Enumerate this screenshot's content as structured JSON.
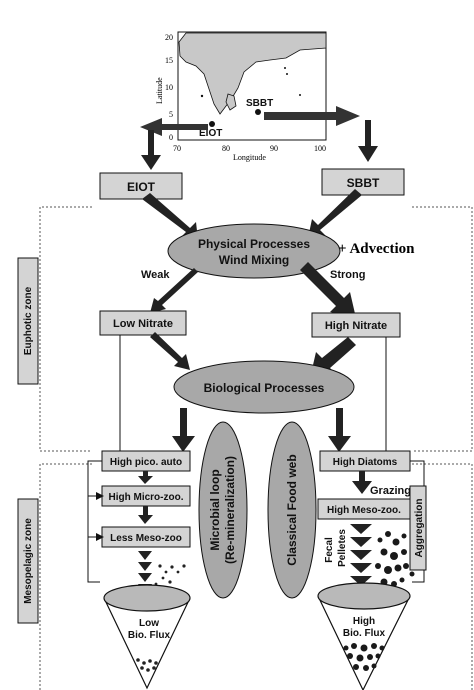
{
  "map": {
    "y_ticks": [
      "20",
      "15",
      "10",
      "5",
      "0"
    ],
    "x_ticks": [
      "70",
      "80",
      "90",
      "100"
    ],
    "ylabel": "Latitude",
    "xlabel": "Longitude",
    "station_sbbt": "SBBT",
    "station_eiot": "EIOT"
  },
  "boxes": {
    "eiot": "EIOT",
    "sbbt": "SBBT",
    "low_nitrate": "Low Nitrate",
    "high_nitrate": "High Nitrate",
    "high_pico": "High pico. auto",
    "high_micro": "High Micro-zoo.",
    "less_meso": "Less Meso-zoo",
    "high_diatoms": "High Diatoms",
    "high_meso": "High Meso-zoo."
  },
  "ellipses": {
    "physical_line1": "Physical Processes",
    "physical_line2": "Wind Mixing",
    "biological": "Biological Processes",
    "microbial_line1": "Microbial loop",
    "microbial_line2": "(Re-mineralization)",
    "classical": "Classical Food web"
  },
  "labels": {
    "advection": "+ Advection",
    "weak": "Weak",
    "strong": "Strong",
    "grazing": "Grazing",
    "fecal": "Fecal",
    "pelletes": "Pelletes",
    "aggregation": "Aggregation",
    "euphotic_zone": "Euphotic zone",
    "mesopelagic_zone": "Mesopelagic zone"
  },
  "cones": {
    "low_line1": "Low",
    "low_line2": "Bio. Flux",
    "high_line1": "High",
    "high_line2": "Bio. Flux"
  },
  "colors": {
    "box_fill": "#d4d4d4",
    "ellipse_fill": "#a8a8a8",
    "land_fill": "#c8c8c8",
    "cone_top": "#b9b9b9",
    "ink": "#111111"
  }
}
